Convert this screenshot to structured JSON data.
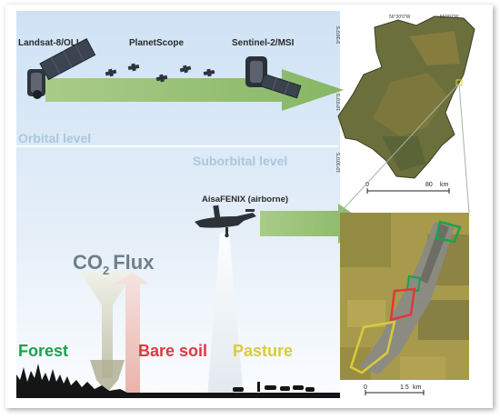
{
  "satellites": {
    "landsat": "Landsat-8/OLI",
    "planetscope": "PlanetScope",
    "sentinel": "Sentinel-2/MSI"
  },
  "levels": {
    "orbital": "Orbital level",
    "suborbital": "Suborbital level"
  },
  "airborne": "AisaFENIX (airborne)",
  "flux": {
    "prefix": "CO",
    "subscript": "2",
    "word": "Flux"
  },
  "land_cover": {
    "forest": "Forest",
    "bare_soil": "Bare soil",
    "pasture": "Pasture"
  },
  "top_map": {
    "lon_labels": [
      "56°30'0\"W",
      "56°0'0\"W"
    ],
    "lat_labels": [
      "9°30'0\"S",
      "10°0'0\"S",
      "10°30'0\"S"
    ],
    "scale_start": "0",
    "scale_end": "80",
    "scale_unit": "km"
  },
  "bottom_map": {
    "scale_start": "0",
    "scale_end": "1.5",
    "scale_unit": "km"
  },
  "colors": {
    "forest": "#1aa34a",
    "bare_soil": "#e0373d",
    "pasture": "#d8cc3c",
    "arrow_green": "#8fbd6a",
    "flux_text": "#6f7f8c",
    "level_text": "#aac7e0"
  }
}
